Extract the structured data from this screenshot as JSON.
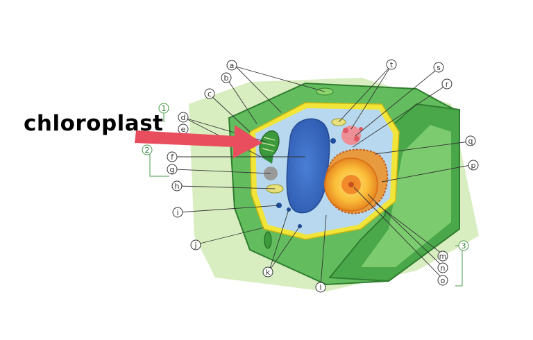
{
  "callout": {
    "text": "chloroplast",
    "arrow_color": "#e94e5e"
  },
  "labels": [
    "a",
    "b",
    "c",
    "d",
    "e",
    "f",
    "g",
    "h",
    "i",
    "j",
    "k",
    "l",
    "m",
    "n",
    "o",
    "p",
    "q",
    "r",
    "s",
    "t"
  ],
  "groups": [
    "1",
    "2",
    "3"
  ],
  "colors": {
    "wall_light": "#cfe8b0",
    "wall": "#5cb85a",
    "wall_dark": "#2f8f3a",
    "membrane": "#f3e63a",
    "cytoplasm": "#b9d9ee",
    "nucleus": "#3f6fc6",
    "nucleus_dark": "#2d4f9c",
    "nucleolus_core": "#f39c2b",
    "er": "#d46a2b",
    "golgi": "#e8656e"
  }
}
